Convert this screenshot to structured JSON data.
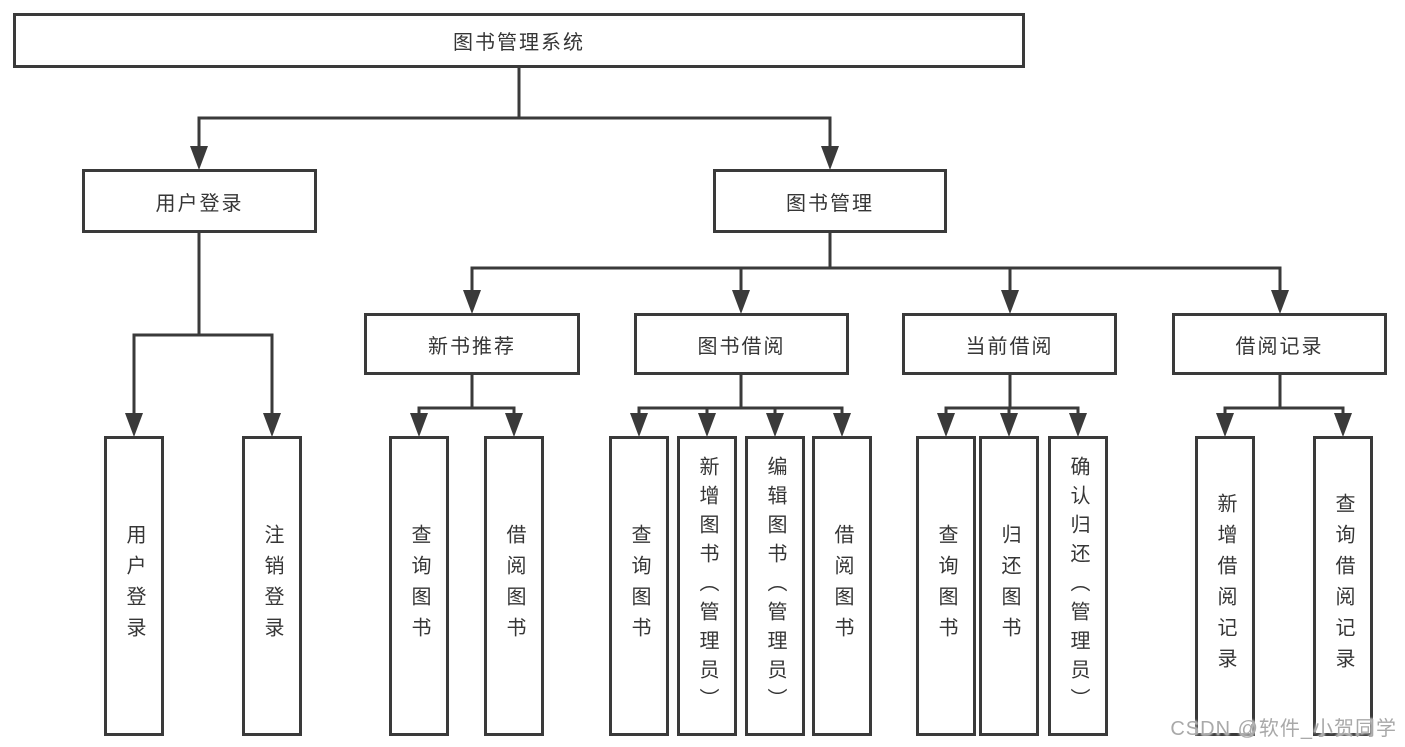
{
  "diagram": {
    "root": "图书管理系统",
    "level2": {
      "user_login": "用户登录",
      "book_management": "图书管理"
    },
    "level3": {
      "new_books": "新书推荐",
      "book_borrow": "图书借阅",
      "current_borrow": "当前借阅",
      "borrow_records": "借阅记录"
    },
    "leaves": {
      "user_login": [
        "用户登录",
        "注销登录"
      ],
      "new_books": [
        "查询图书",
        "借阅图书"
      ],
      "book_borrow": [
        "查询图书",
        "新增图书（管理员）",
        "编辑图书（管理员）",
        "借阅图书"
      ],
      "current_borrow": [
        "查询图书",
        "归还图书",
        "确认归还（管理员）"
      ],
      "borrow_records": [
        "新增借阅记录",
        "查询借阅记录"
      ]
    }
  },
  "watermark": "CSDN @软件_小贺同学",
  "colors": {
    "line": "#3a3a3a",
    "text": "#363636",
    "background": "#ffffff",
    "watermark": "#a9a9a9"
  }
}
